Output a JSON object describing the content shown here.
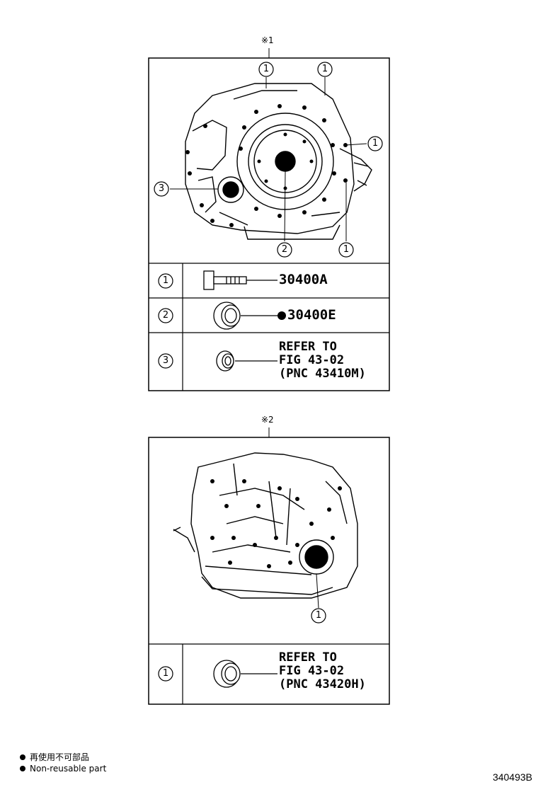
{
  "groups": [
    {
      "marker": "※1",
      "rows": [
        {
          "callout": "1",
          "part_icon": "bolt-icon",
          "text_lines": [
            "30400A"
          ],
          "non_reusable": false
        },
        {
          "callout": "2",
          "part_icon": "oil-seal-icon",
          "text_lines": [
            "30400E"
          ],
          "non_reusable": true
        },
        {
          "callout": "3",
          "part_icon": "oil-seal-icon",
          "text_lines": [
            "REFER TO",
            "FIG 43-02",
            "(PNC 43410M)"
          ],
          "non_reusable": false
        }
      ],
      "diagram_callouts": [
        "1",
        "1",
        "1",
        "3",
        "2",
        "1"
      ]
    },
    {
      "marker": "※2",
      "rows": [
        {
          "callout": "1",
          "part_icon": "oil-seal-icon",
          "text_lines": [
            "REFER TO",
            "FIG 43-02",
            "(PNC 43420H)"
          ],
          "non_reusable": false
        }
      ],
      "diagram_callouts": [
        "1"
      ]
    }
  ],
  "legend": {
    "jp": "再使用不可部品",
    "en": "Non-reusable part"
  },
  "drawing_id": "340493B"
}
